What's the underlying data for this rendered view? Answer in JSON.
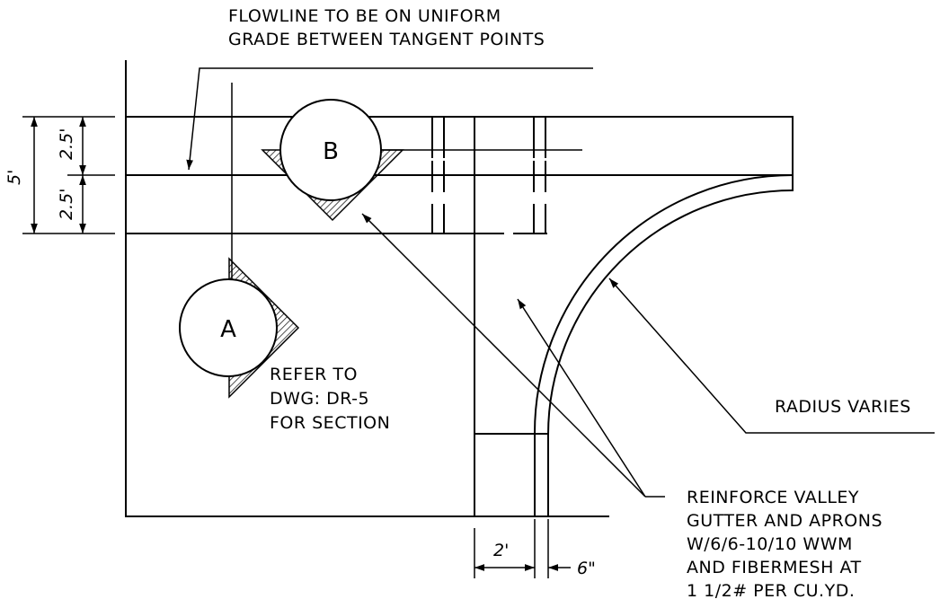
{
  "notes": {
    "flowline": [
      "FLOWLINE TO BE ON UNIFORM",
      "GRADE BETWEEN TANGENT POINTS"
    ],
    "refer": [
      "REFER TO",
      "DWG: DR-5",
      "FOR SECTION"
    ],
    "radius": "RADIUS VARIES",
    "reinforce": [
      "REINFORCE VALLEY",
      "GUTTER AND APRONS",
      "W/6/6-10/10 WWM",
      "AND FIBERMESH AT",
      "1 1/2# PER CU.YD."
    ]
  },
  "section_markers": {
    "a": "A",
    "b": "B"
  },
  "dimensions": {
    "overall_width": "5'",
    "upper_half": "2.5'",
    "lower_half": "2.5'",
    "apron_width": "2'",
    "curb_width": "6\""
  }
}
